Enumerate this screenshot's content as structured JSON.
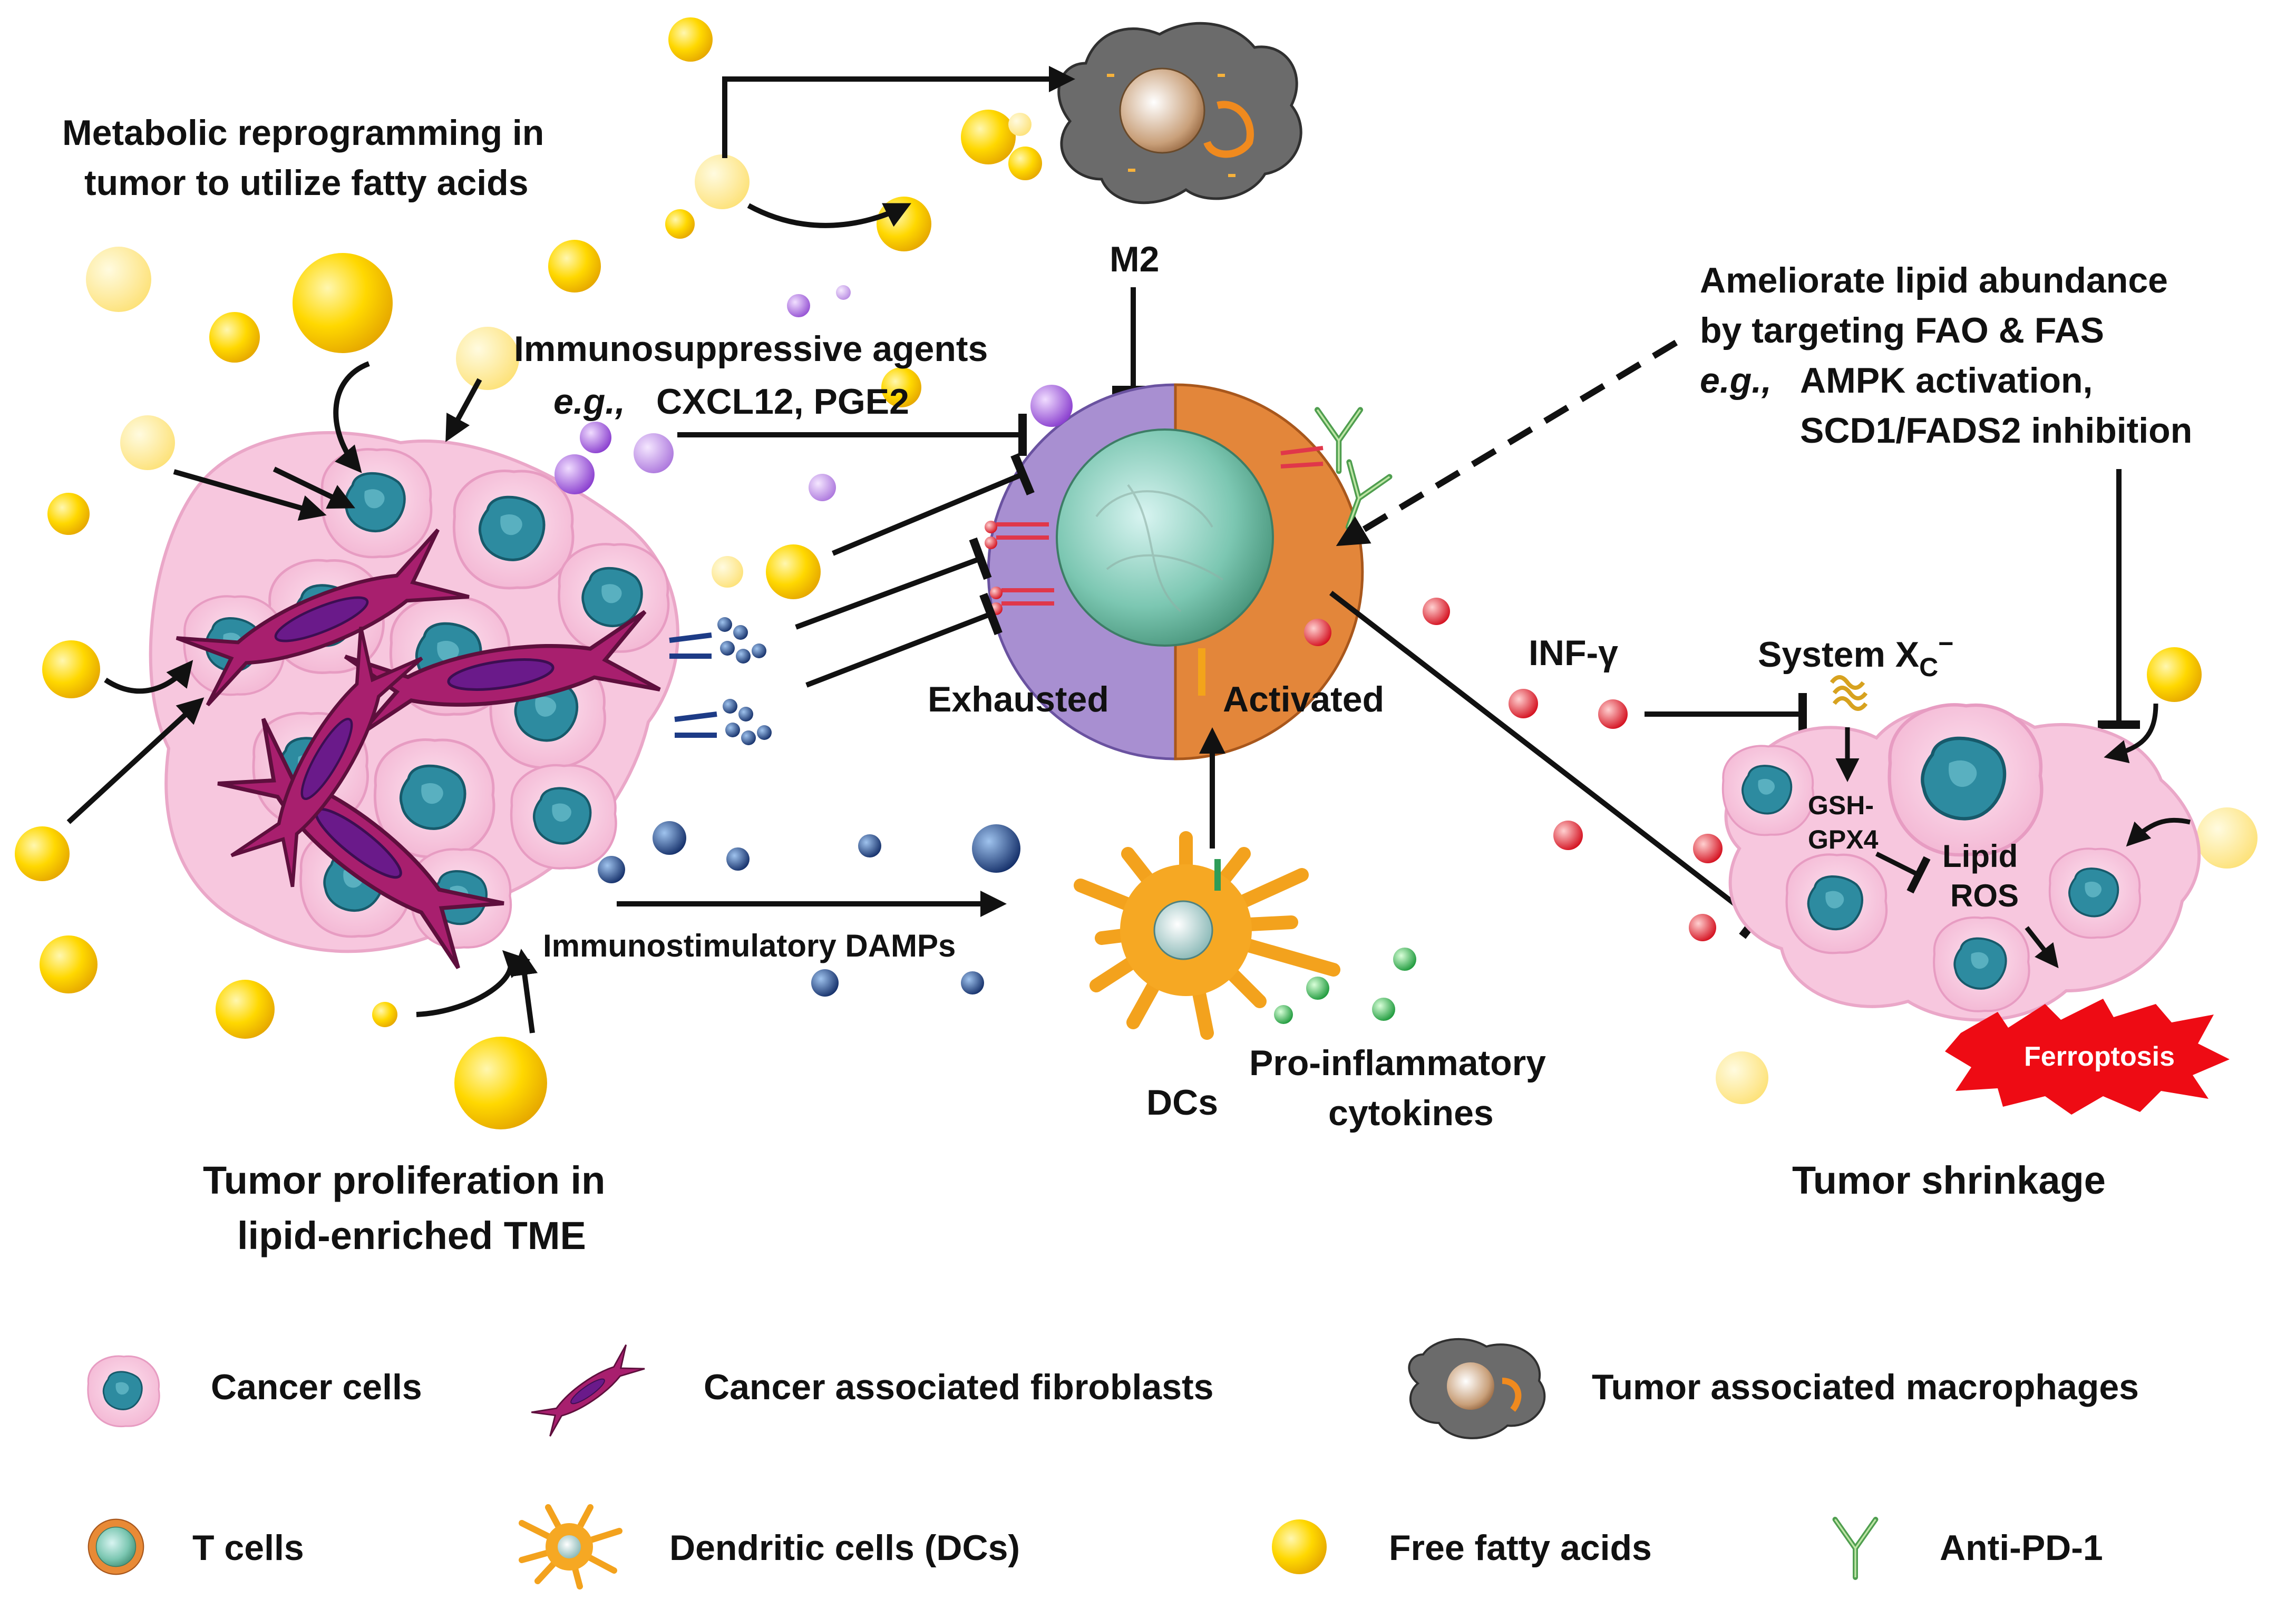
{
  "colors": {
    "fatty_acid": "#ffd400",
    "cancer_cell": "#f6c3dc",
    "nucleus": "#2b8fa3",
    "fibroblast": "#a0206a",
    "macrophage": "#6e6e6e",
    "exhausted": "#9b85c7",
    "activated": "#e0873a",
    "dc": "#f6a623",
    "immunosuppressive": "#9b4fd1",
    "damp": "#1f3f7a",
    "cytokine": "#2faa4a",
    "interferon": "#e01530",
    "ferroptosis": "#ee0b14"
  },
  "labels": {
    "metabolic_1": "Metabolic reprogramming in",
    "metabolic_2": "tumor to utilize fatty acids",
    "m2": "M2",
    "immunosuppressive_1": "Immunosuppressive agents",
    "immunosuppressive_eg": "e.g.,",
    "immunosuppressive_2": "CXCL12, PGE2",
    "ameliorate_1": "Ameliorate lipid abundance",
    "ameliorate_2": "by targeting FAO & FAS",
    "ameliorate_eg": "e.g.,",
    "ameliorate_3": "AMPK activation,",
    "ameliorate_4": "SCD1/FADS2 inhibition",
    "exhausted": "Exhausted",
    "activated": "Activated",
    "inf": "INF-γ",
    "system_main": "System X",
    "system_sub": "C",
    "system_sup": "−",
    "gsh_1": "GSH-",
    "gsh_2": "GPX4",
    "lipid_ros_1": "Lipid",
    "lipid_ros_2": "ROS",
    "ferroptosis": "Ferroptosis",
    "damps": "Immunostimulatory DAMPs",
    "dcs": "DCs",
    "pro_inflammatory_1": "Pro-inflammatory",
    "pro_inflammatory_2": "cytokines",
    "tumor_prolif_1": "Tumor proliferation in",
    "tumor_prolif_2": "lipid-enriched TME",
    "tumor_shrinkage": "Tumor shrinkage"
  },
  "legend": [
    {
      "icon": "cancer-cell-icon",
      "label": "Cancer cells"
    },
    {
      "icon": "fibroblast-icon",
      "label": "Cancer associated fibroblasts"
    },
    {
      "icon": "macrophage-icon",
      "label": "Tumor associated macrophages"
    },
    {
      "icon": "t-cell-icon",
      "label": "T cells"
    },
    {
      "icon": "dendritic-cell-icon",
      "label": "Dendritic cells (DCs)"
    },
    {
      "icon": "fatty-acid-icon",
      "label": "Free fatty acids"
    },
    {
      "icon": "anti-pd1-icon",
      "label": "Anti-PD-1"
    }
  ]
}
